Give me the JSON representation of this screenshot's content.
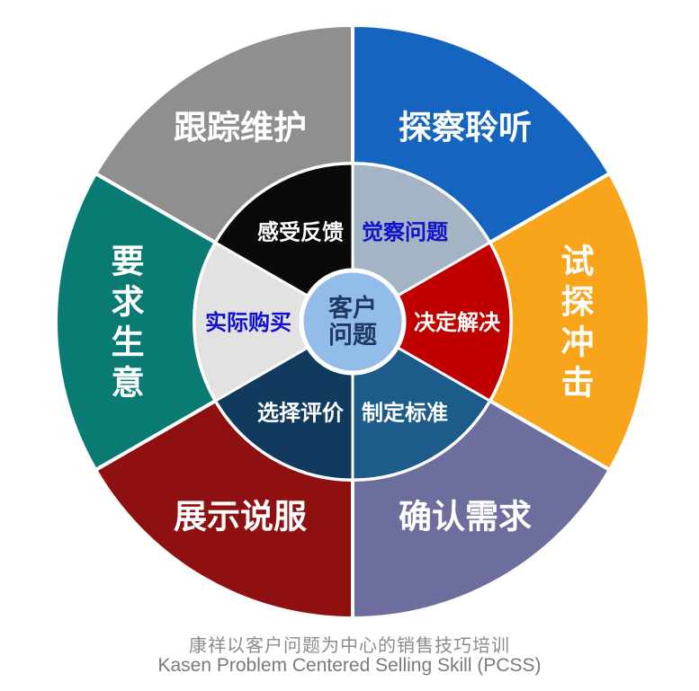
{
  "wheel": {
    "center": {
      "label_lines": [
        "客户",
        "问题"
      ],
      "fill": "#92BDE8",
      "text_color": "#1F3864"
    },
    "outer_segments": [
      {
        "label": "探察聆听",
        "fill": "#1565C0",
        "text_color": "#FFFFFF",
        "orientation": "horizontal"
      },
      {
        "label": "试探冲击",
        "fill": "#F9A51B",
        "text_color": "#FFFFFF",
        "orientation": "vertical"
      },
      {
        "label": "确认需求",
        "fill": "#6E6E9E",
        "text_color": "#FFFFFF",
        "orientation": "horizontal"
      },
      {
        "label": "展示说服",
        "fill": "#8E1010",
        "text_color": "#FFFFFF",
        "orientation": "horizontal"
      },
      {
        "label": "要求生意",
        "fill": "#0A7B73",
        "text_color": "#FFFFFF",
        "orientation": "vertical"
      },
      {
        "label": "跟踪维护",
        "fill": "#8F8F8F",
        "text_color": "#FFFFFF",
        "orientation": "horizontal"
      }
    ],
    "inner_segments": [
      {
        "label": "觉察问题",
        "fill": "#A4B4C4",
        "text_color": "#1111CC"
      },
      {
        "label": "决定解决",
        "fill": "#C00000",
        "text_color": "#FFFFFF"
      },
      {
        "label": "制定标准",
        "fill": "#1D5B8A",
        "text_color": "#FFFFFF"
      },
      {
        "label": "选择评价",
        "fill": "#123A5E",
        "text_color": "#FFFFFF"
      },
      {
        "label": "实际购买",
        "fill": "#E2E2E2",
        "text_color": "#1111CC"
      },
      {
        "label": "感受反馈",
        "fill": "#0A0A0A",
        "text_color": "#FFFFFF"
      }
    ]
  },
  "caption": {
    "line_cn": "康祥以客户问题为中心的销售技巧培训",
    "line_en": "Kasen Problem Centered Selling Skill (PCSS)"
  }
}
